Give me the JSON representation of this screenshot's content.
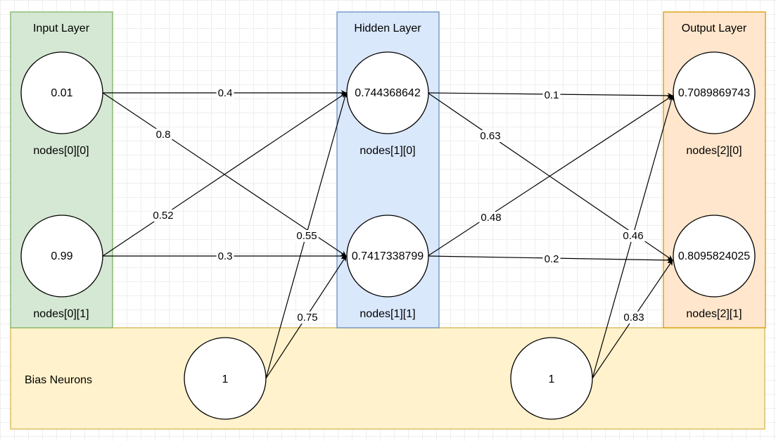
{
  "colors": {
    "input_fill": "#d5e8d4",
    "input_stroke": "#82b366",
    "hidden_fill": "#dae8fc",
    "hidden_stroke": "#6c8ebf",
    "output_fill": "#ffe6cc",
    "output_stroke": "#d79b00",
    "bias_fill": "#fff2cc",
    "bias_stroke": "#d6b656"
  },
  "panels": {
    "input": {
      "title": "Input Layer"
    },
    "hidden": {
      "title": "Hidden Layer"
    },
    "output": {
      "title": "Output Layer"
    },
    "bias": {
      "title": "Bias Neurons"
    }
  },
  "nodes": {
    "in0": {
      "value": "0.01",
      "label": "nodes[0][0]"
    },
    "in1": {
      "value": "0.99",
      "label": "nodes[0][1]"
    },
    "h0": {
      "value": "0.744368642",
      "label": "nodes[1][0]"
    },
    "h1": {
      "value": "0.7417338799",
      "label": "nodes[1][1]"
    },
    "o0": {
      "value": "0.7089869743",
      "label": "nodes[2][0]"
    },
    "o1": {
      "value": "0.8095824025",
      "label": "nodes[2][1]"
    },
    "b1": {
      "value": "1"
    },
    "b2": {
      "value": "1"
    }
  },
  "edges": {
    "in0_h0": "0.4",
    "in0_h1": "0.8",
    "in1_h0": "0.52",
    "in1_h1": "0.3",
    "b1_h0": "0.55",
    "b1_h1": "0.75",
    "h0_o0": "0.1",
    "h0_o1": "0.63",
    "h1_o0": "0.48",
    "h1_o1": "0.2",
    "b2_o0": "0.46",
    "b2_o1": "0.83"
  }
}
